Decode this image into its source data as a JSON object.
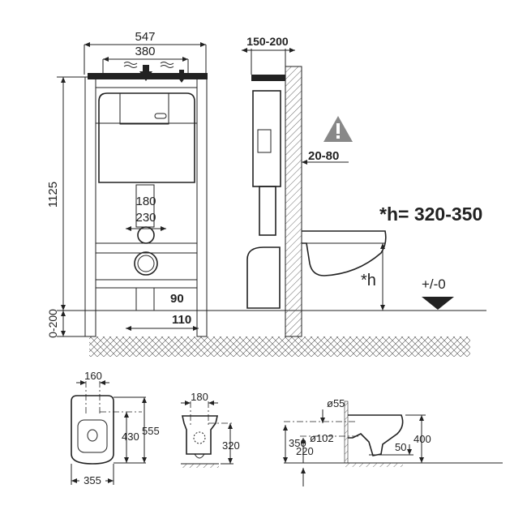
{
  "front_view": {
    "width_total": "547",
    "width_inner": "380",
    "height_frame": "1125",
    "leg_adjust": "0-200",
    "pipe_180": "180",
    "pipe_230": "230",
    "dim_90": "90",
    "dim_110": "110"
  },
  "side_view": {
    "wall_depth": "150-200",
    "wall_gap": "20-80",
    "h_note": "*h= 320-350",
    "h_label": "*h",
    "floor_level": "+/-0",
    "warning_icon": "warning-triangle"
  },
  "bowl_top_view": {
    "bolt_spacing": "160",
    "bolt_depth": "430",
    "length": "555",
    "width": "355"
  },
  "bowl_back_view": {
    "bolt_spacing": "180",
    "bolt_height": "320"
  },
  "bowl_side_view": {
    "inlet_diameter": "ø55",
    "outlet_diameter": "ø102",
    "inlet_height": "350",
    "outlet_height": "220",
    "bowl_height": "400",
    "dim_50": "50"
  }
}
